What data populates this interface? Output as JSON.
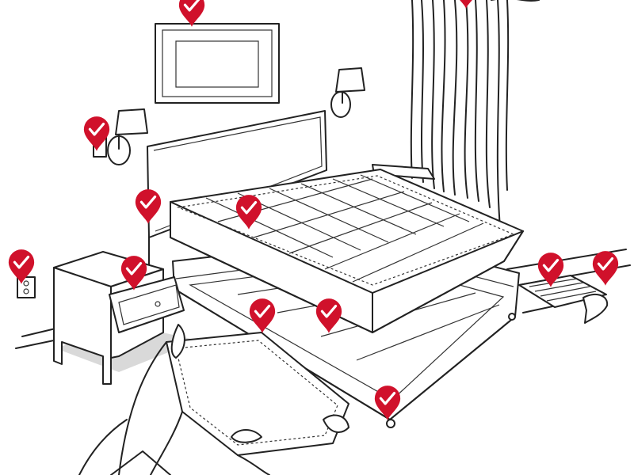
{
  "scene": {
    "pin_color": "#d0112b",
    "check_color": "#ffffff",
    "line_color": "#222222",
    "icon": "checkmark-pin-icon",
    "pins": [
      {
        "name": "pin-headboard",
        "icon": "checkmark-pin-icon"
      },
      {
        "name": "pin-mattress-top",
        "icon": "checkmark-pin-icon"
      },
      {
        "name": "pin-wall-lamp-left",
        "icon": "checkmark-pin-icon"
      },
      {
        "name": "pin-picture-frame",
        "icon": "checkmark-pin-icon"
      },
      {
        "name": "pin-curtain",
        "icon": "checkmark-pin-icon"
      },
      {
        "name": "pin-outlet",
        "icon": "checkmark-pin-icon"
      },
      {
        "name": "pin-nightstand-drawer",
        "icon": "checkmark-pin-icon"
      },
      {
        "name": "pin-box-spring-left",
        "icon": "checkmark-pin-icon"
      },
      {
        "name": "pin-box-spring-right",
        "icon": "checkmark-pin-icon"
      },
      {
        "name": "pin-bed-leg",
        "icon": "checkmark-pin-icon"
      },
      {
        "name": "pin-vent",
        "icon": "checkmark-pin-icon"
      },
      {
        "name": "pin-carpet-edge",
        "icon": "checkmark-pin-icon"
      }
    ]
  }
}
